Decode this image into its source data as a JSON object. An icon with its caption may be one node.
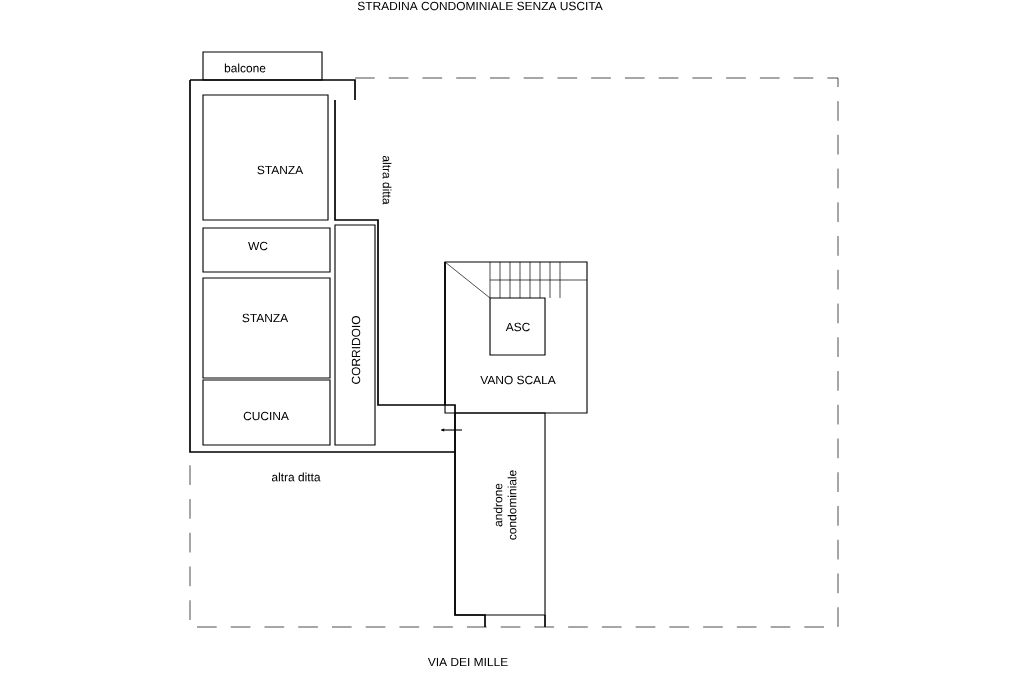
{
  "diagram": {
    "nodes": [
      {
        "text": [
          "balcone"
        ]
      },
      {
        "text": [
          "STANZA"
        ]
      },
      {
        "text": [
          "WC"
        ]
      },
      {
        "text": [
          "STANZA"
        ]
      },
      {
        "text": [
          "CUCINA"
        ]
      },
      {
        "text": [
          "CORRIDOIO"
        ]
      },
      {
        "text": [
          "VANO SCALA"
        ]
      },
      {
        "text": [
          "ASC"
        ],
        "in": 6
      },
      {
        "text": [
          "androne condominiale"
        ]
      }
    ],
    "labels": [
      "STRADINA CONDOMINIALE SENZA USCITA",
      "altra ditta",
      "altra ditta",
      "VIA DEI MILLE"
    ]
  }
}
